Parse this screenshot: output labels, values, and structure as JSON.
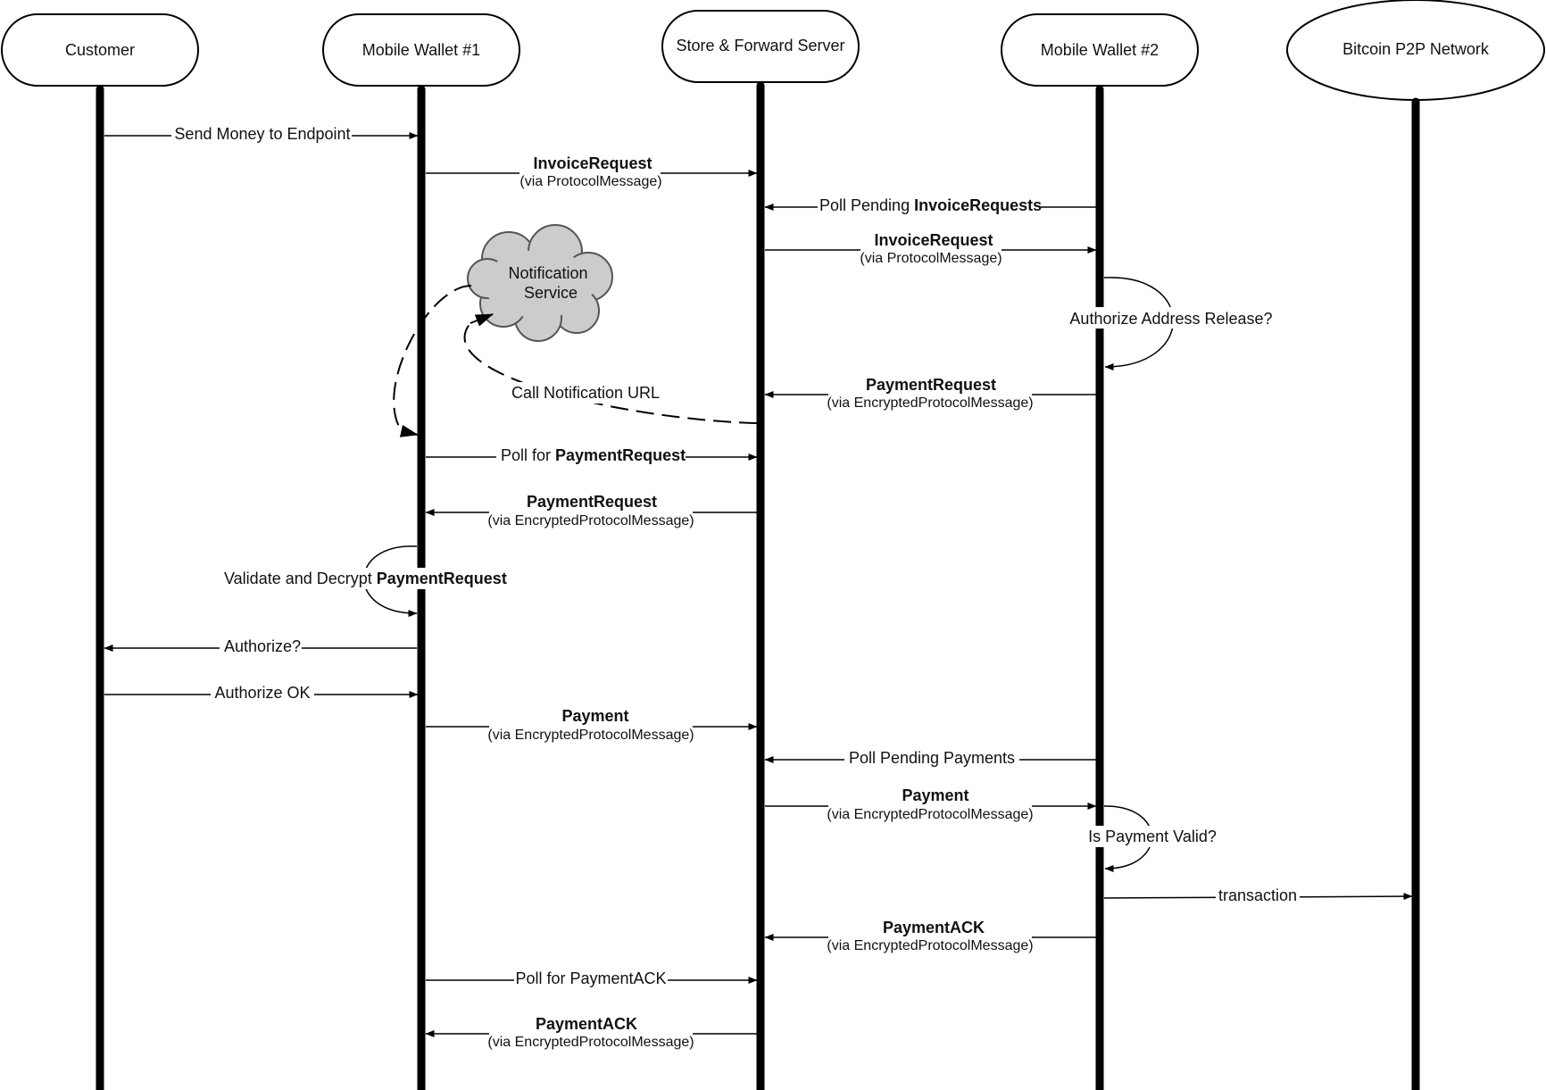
{
  "actors": [
    {
      "id": "customer",
      "label": "Customer"
    },
    {
      "id": "wallet1",
      "label": "Mobile Wallet #1"
    },
    {
      "id": "server",
      "label": "Store & Forward Server"
    },
    {
      "id": "wallet2",
      "label": "Mobile Wallet #2"
    },
    {
      "id": "p2p",
      "label": "Bitcoin P2P Network"
    }
  ],
  "notification_service": {
    "line1": "Notification",
    "line2": "Service"
  },
  "messages": {
    "send_money": "Send Money to Endpoint",
    "invoice_request_1": {
      "main": "InvoiceRequest",
      "sub": "(via ProtocolMessage)"
    },
    "poll_pending_invoice": {
      "prefix": "Poll Pending ",
      "bold": "InvoiceRequests"
    },
    "invoice_request_2": {
      "main": "InvoiceRequest",
      "sub": "(via ProtocolMessage)"
    },
    "authorize_address": "Authorize Address Release?",
    "payment_request_1": {
      "main": "PaymentRequest",
      "sub": "(via EncryptedProtocolMessage)"
    },
    "call_notification": "Call Notification URL",
    "poll_payment_request": {
      "prefix": "Poll for ",
      "bold": "PaymentRequest"
    },
    "payment_request_2": {
      "main": "PaymentRequest",
      "sub": "(via EncryptedProtocolMessage)"
    },
    "validate_decrypt": {
      "prefix": "Validate and Decrypt ",
      "bold": "PaymentRequest"
    },
    "authorize_q": "Authorize?",
    "authorize_ok": "Authorize OK",
    "payment_1": {
      "main": "Payment",
      "sub": "(via EncryptedProtocolMessage)"
    },
    "poll_pending_payments": "Poll Pending Payments",
    "payment_2": {
      "main": "Payment",
      "sub": "(via EncryptedProtocolMessage)"
    },
    "is_payment_valid": "Is Payment Valid?",
    "transaction": "transaction",
    "payment_ack_1": {
      "main": "PaymentACK",
      "sub": "(via EncryptedProtocolMessage)"
    },
    "poll_payment_ack": "Poll for PaymentACK",
    "payment_ack_2": {
      "main": "PaymentACK",
      "sub": "(via EncryptedProtocolMessage)"
    }
  }
}
